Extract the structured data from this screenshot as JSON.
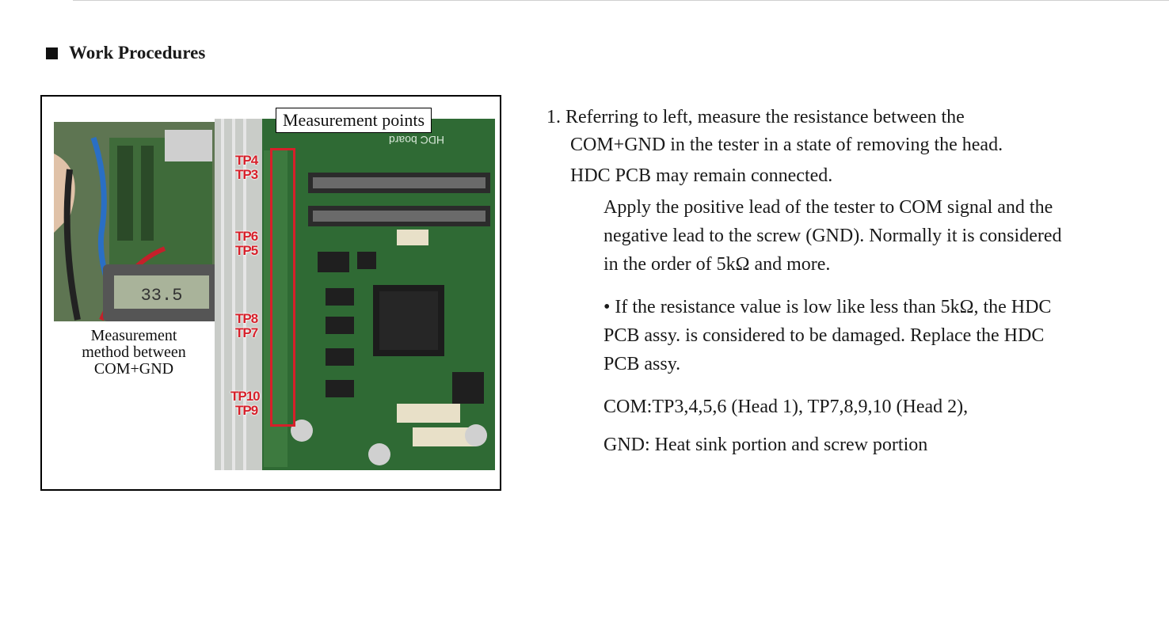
{
  "heading": {
    "bullet_icon": "black-square",
    "title": "Work Procedures"
  },
  "figure": {
    "label": "Measurement points",
    "caption_lines": [
      "Measurement",
      "method between",
      "COM+GND"
    ],
    "multimeter_reading": "33.5",
    "tp_labels": [
      "TP4",
      "TP3",
      "TP6",
      "TP5",
      "TP8",
      "TP7",
      "TP10",
      "TP9"
    ],
    "board_text": "HDC board",
    "accent_color": "#d6202a"
  },
  "steps": {
    "line1": "1. Referring to left, measure the resistance between the",
    "line2": "COM+GND in the tester in a state of removing the head.",
    "line3": "HDC PCB may remain connected.",
    "para1": [
      "Apply the positive lead of the tester to COM signal and the",
      "negative lead to the screw (GND). Normally it is considered",
      "in the order of 5kΩ and more."
    ],
    "para2": [
      "• If the resistance value is low like less than 5kΩ, the HDC",
      "PCB assy. is considered to be damaged. Replace the HDC",
      "PCB assy."
    ],
    "com_line": "COM:TP3,4,5,6 (Head 1), TP7,8,9,10 (Head 2),",
    "gnd_line": "GND: Heat sink portion and screw portion"
  }
}
